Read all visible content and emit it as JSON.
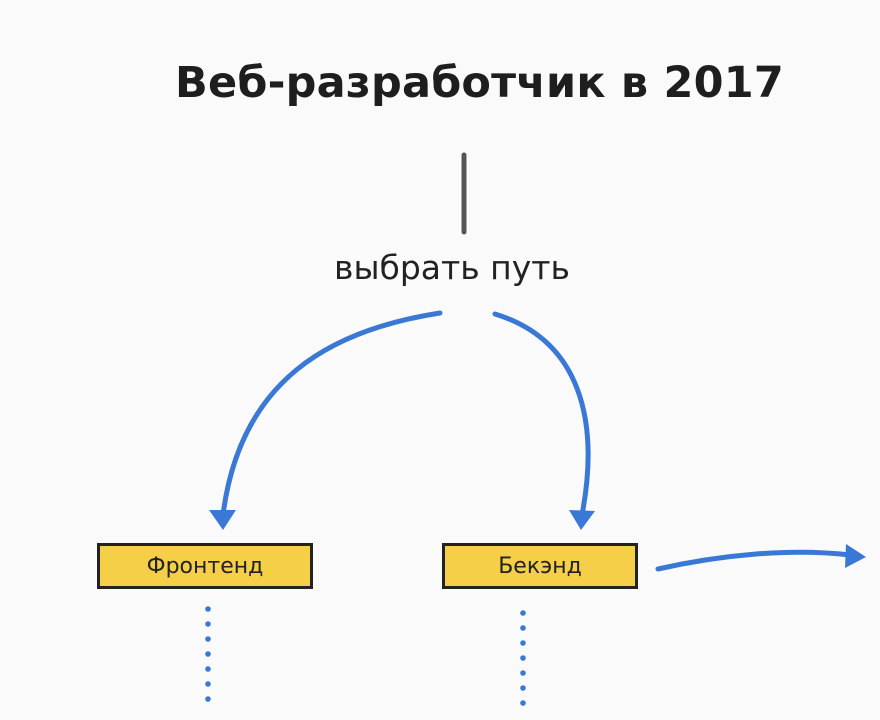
{
  "title": "Веб-разработчик в 2017",
  "choice": "выбрать путь",
  "nodes": [
    {
      "label": "Фронтенд"
    },
    {
      "label": "Бекэнд"
    }
  ],
  "colors": {
    "background": "#fafafa",
    "box_fill": "#f5cf47",
    "box_border": "#222222",
    "arrow": "#3a78d6",
    "dots": "#3a78d6",
    "stem": "#555555",
    "text": "#222222"
  }
}
